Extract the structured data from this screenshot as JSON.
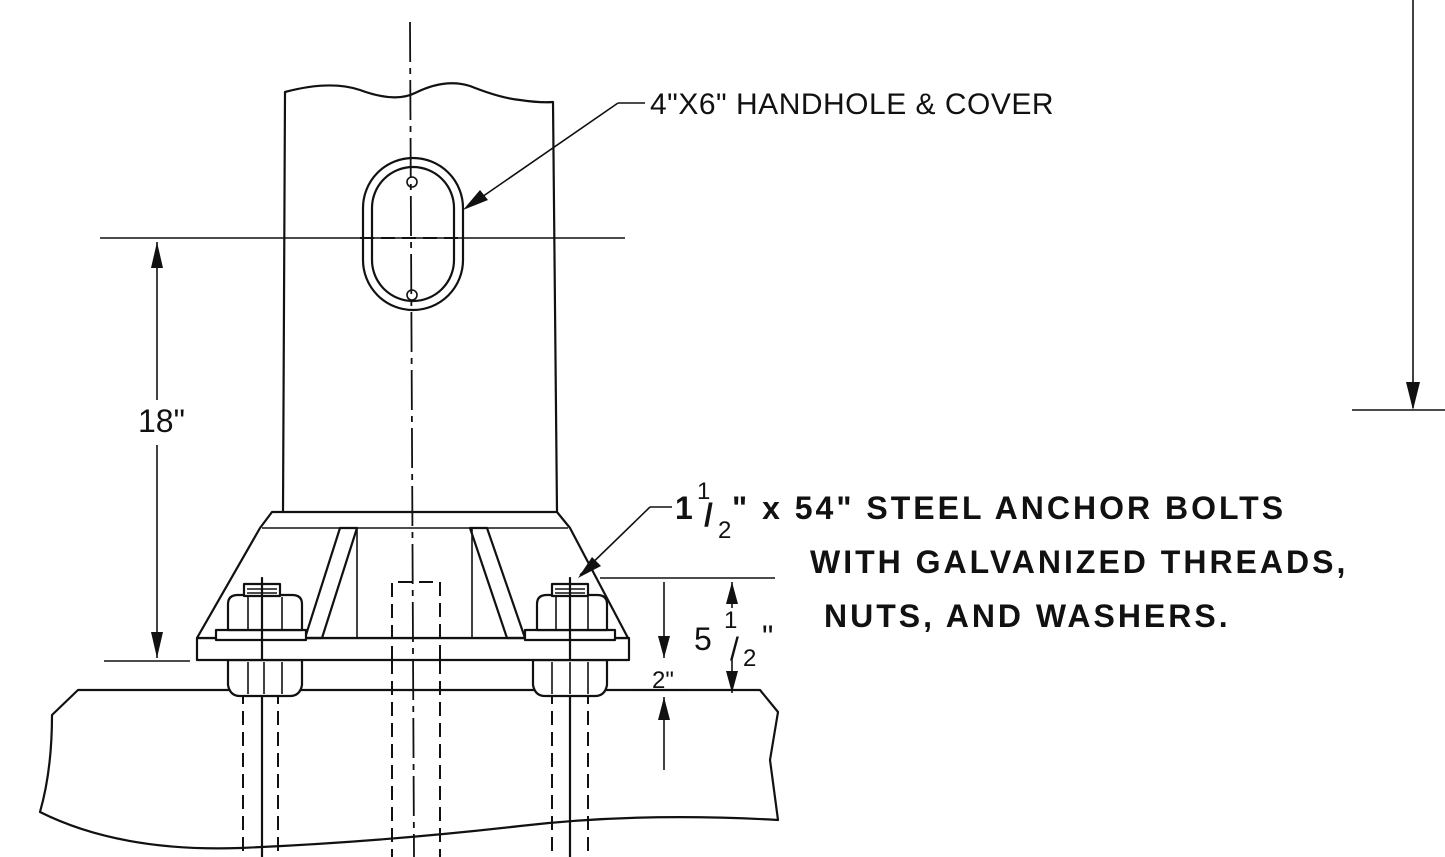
{
  "labels": {
    "handhole": "4\"X6\" HANDHOLE & COVER",
    "bolts_size_whole": "1",
    "bolts_size_num": "1",
    "bolts_size_slash": "/",
    "bolts_size_den": "2",
    "bolts_line1_rest": "\" x 54\" STEEL ANCHOR BOLTS",
    "bolts_line2": "WITH GALVANIZED THREADS,",
    "bolts_line3": "NUTS, AND WASHERS."
  },
  "dimensions": {
    "height_18": "18\"",
    "height_5half_whole": "5",
    "height_5half_num": "1",
    "height_5half_slash": "/",
    "height_5half_den": "2",
    "height_5half_inch": "\"",
    "height_2": "2\""
  }
}
